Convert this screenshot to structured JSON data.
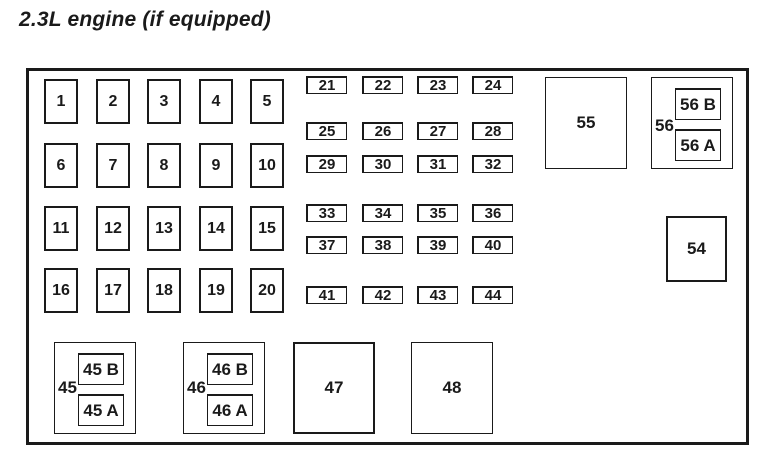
{
  "title": "2.3L engine (if equipped)",
  "large_fuses": [
    "1",
    "2",
    "3",
    "4",
    "5",
    "6",
    "7",
    "8",
    "9",
    "10",
    "11",
    "12",
    "13",
    "14",
    "15",
    "16",
    "17",
    "18",
    "19",
    "20"
  ],
  "mini_fuses": [
    "21",
    "22",
    "23",
    "24",
    "25",
    "26",
    "27",
    "28",
    "29",
    "30",
    "31",
    "32",
    "33",
    "34",
    "35",
    "36",
    "37",
    "38",
    "39",
    "40",
    "41",
    "42",
    "43",
    "44"
  ],
  "relays": {
    "r45": {
      "label": "45",
      "b": "45 B",
      "a": "45 A"
    },
    "r46": {
      "label": "46",
      "b": "46 B",
      "a": "46 A"
    },
    "r56": {
      "label": "56",
      "b": "56 B",
      "a": "56 A"
    },
    "r47": "47",
    "r48": "48",
    "r55": "55",
    "r54": "54"
  }
}
